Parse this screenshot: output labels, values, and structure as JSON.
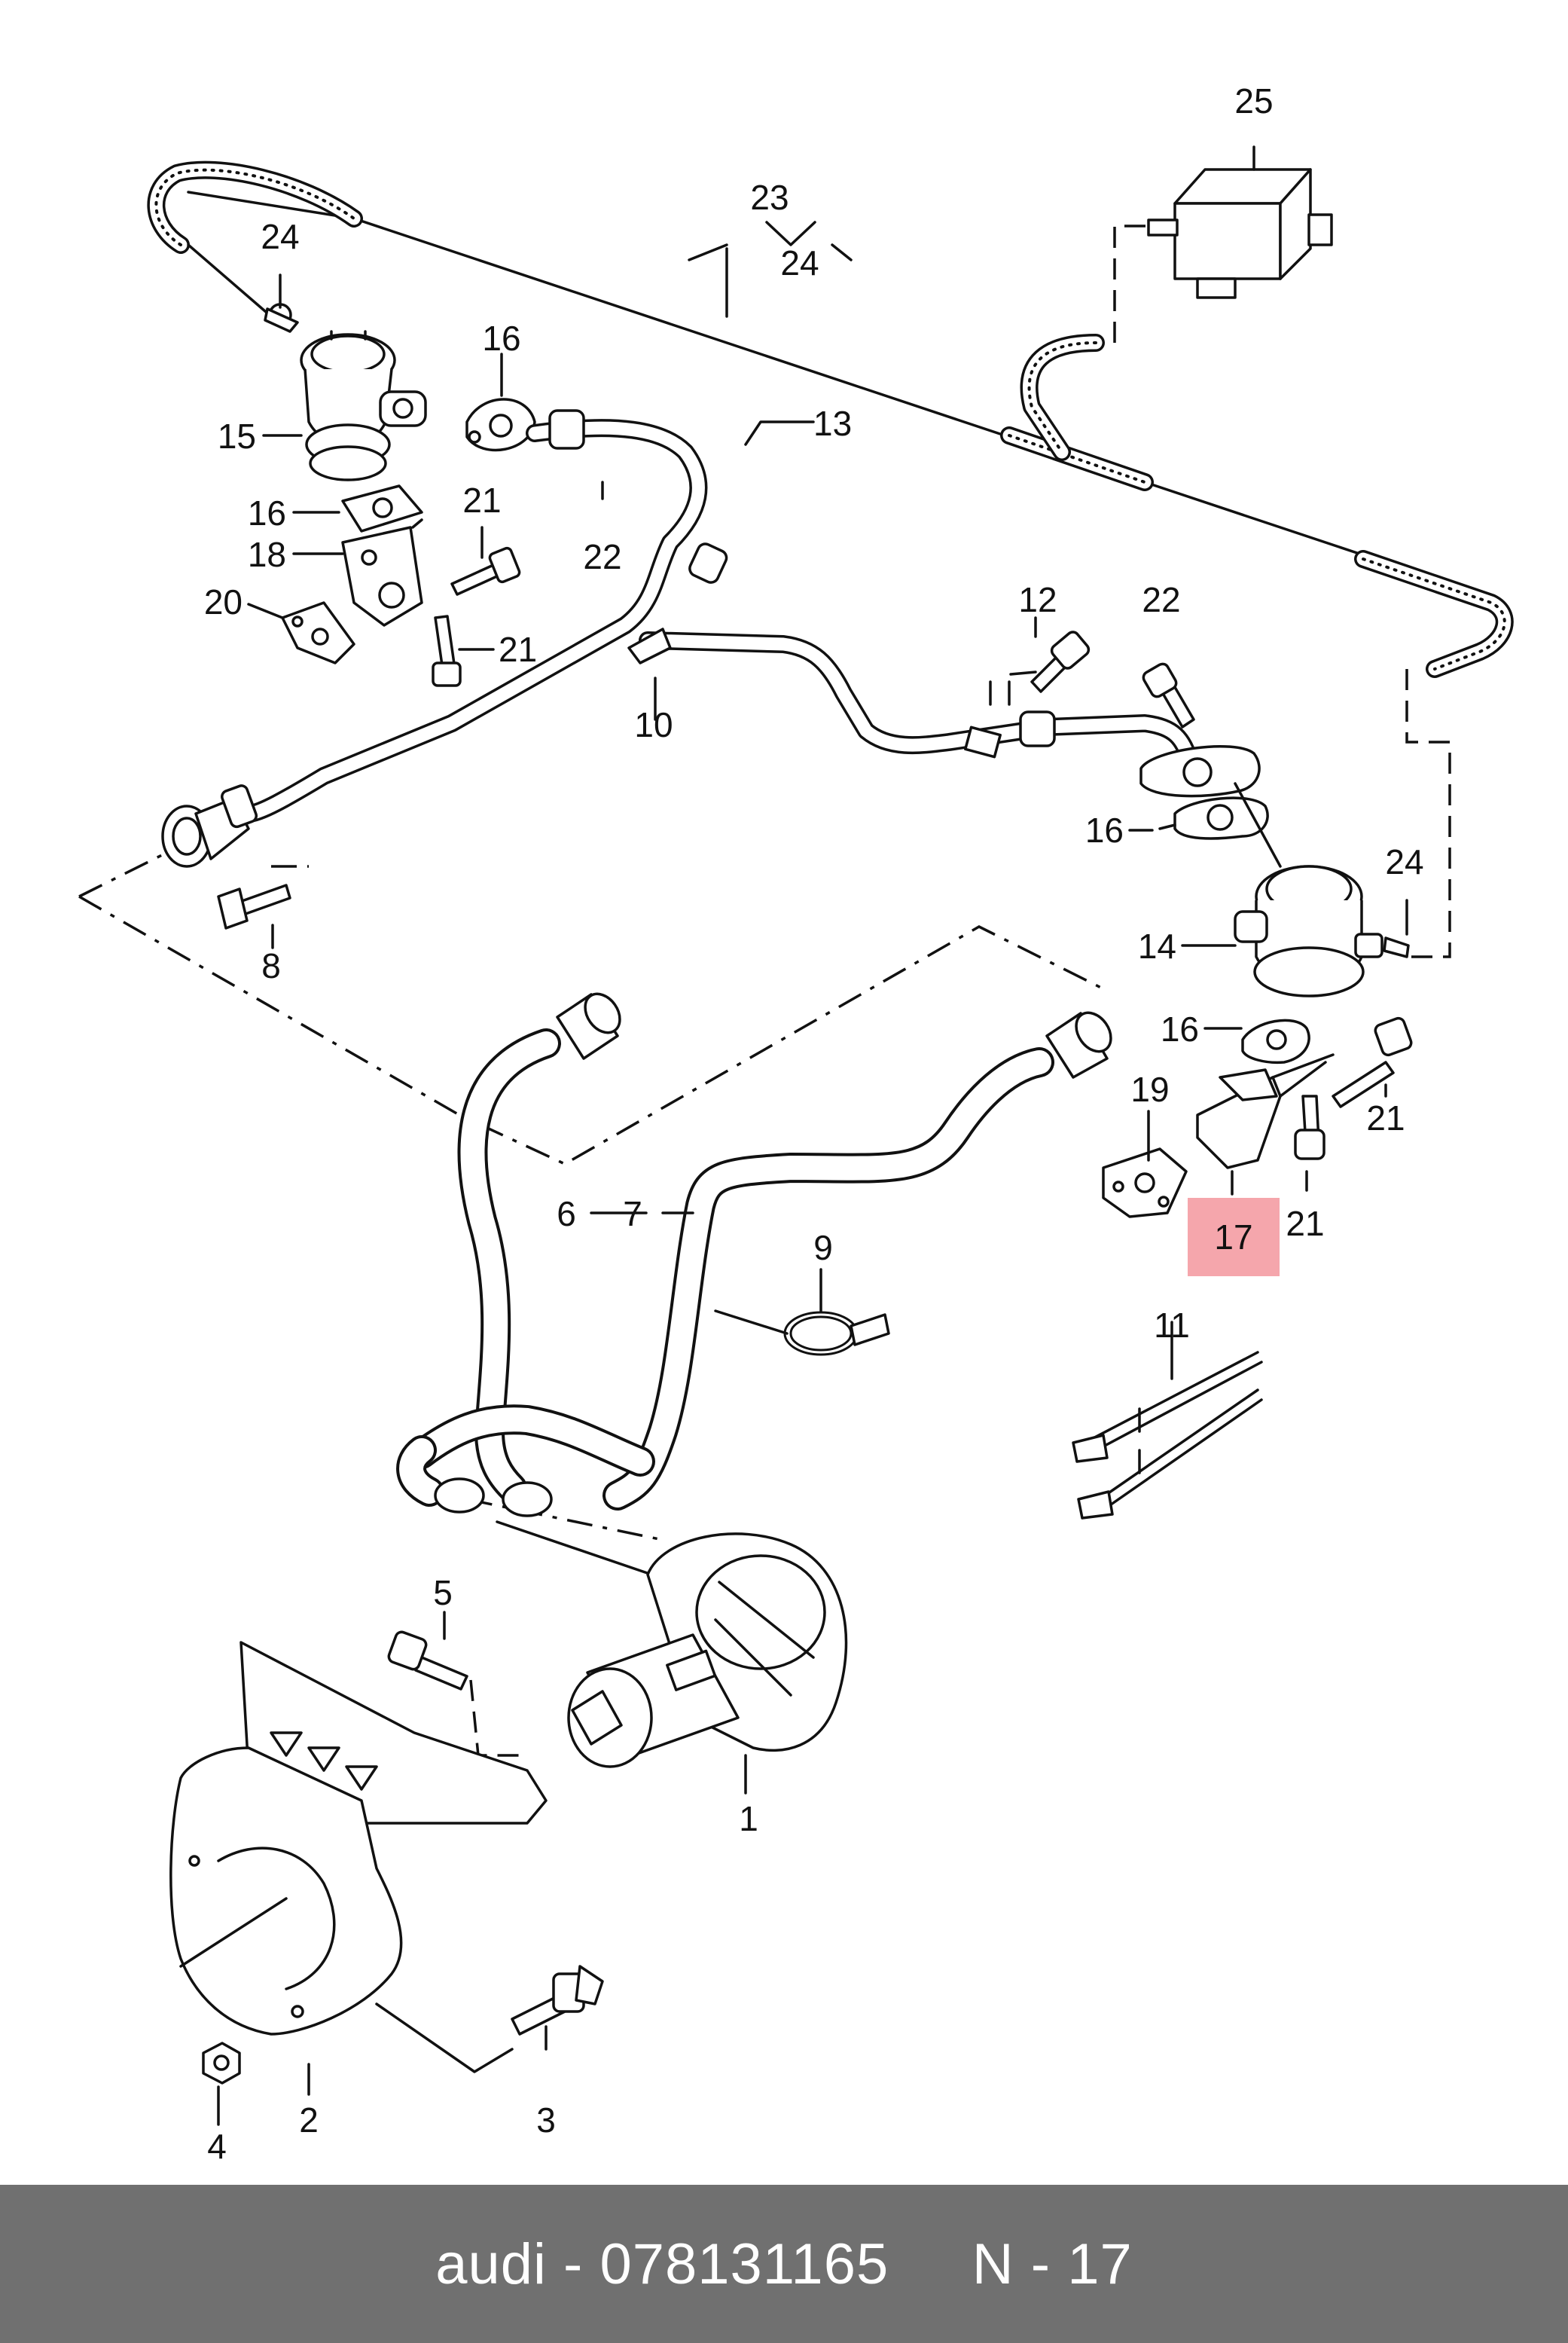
{
  "colors": {
    "highlight": "#F5A6AC",
    "footer_bg": "#707070",
    "footer_text": "#FFFFFF",
    "line": "#111111"
  },
  "labels": {
    "p1": "1",
    "p2": "2",
    "p3": "3",
    "p4": "4",
    "p5": "5",
    "p6": "6",
    "p7": "7",
    "p8": "8",
    "p9": "9",
    "p10": "10",
    "p11": "11",
    "p12": "12",
    "p13": "13",
    "p14": "14",
    "p15": "15",
    "p16a": "16",
    "p16b": "16",
    "p16c": "16",
    "p16d": "16",
    "p17": "17",
    "p18": "18",
    "p19": "19",
    "p20": "20",
    "p21a": "21",
    "p21b": "21",
    "p21c": "21",
    "p21d": "21",
    "p22a": "22",
    "p22b": "22",
    "p23": "23",
    "p24a": "24",
    "p24b": "24",
    "p24c": "24",
    "p25": "25"
  },
  "highlighted_part": "17",
  "footer": {
    "text": "audi - 078131165     N - 17"
  }
}
